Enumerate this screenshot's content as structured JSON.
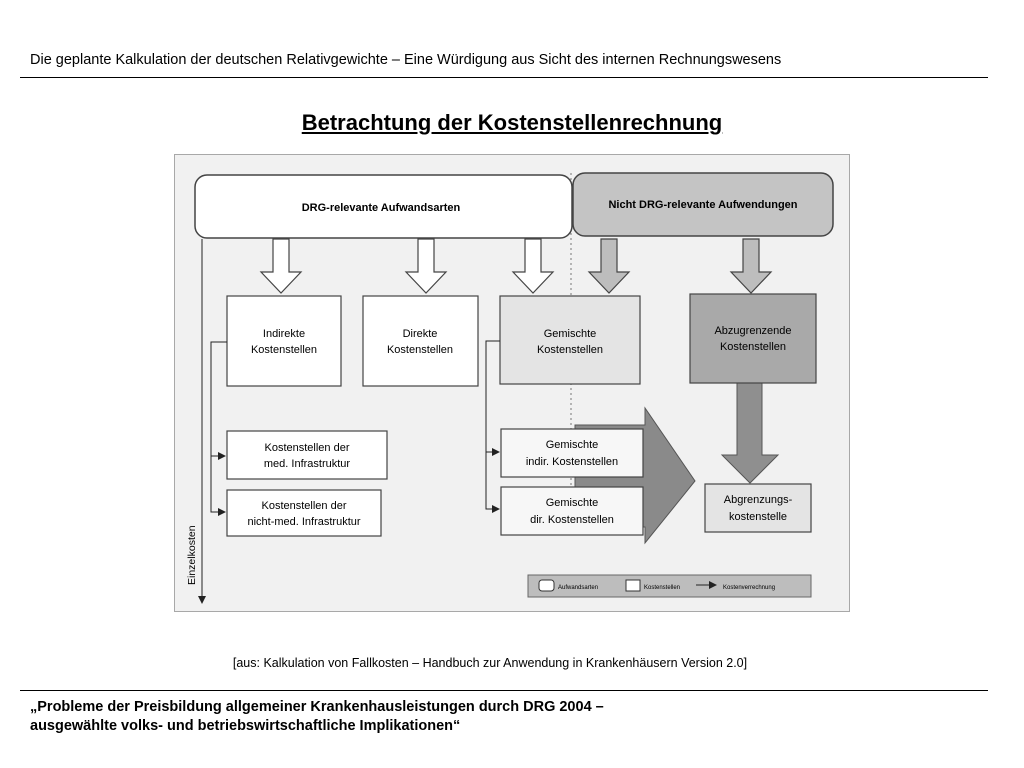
{
  "header": {
    "text": "Die geplante Kalkulation der deutschen Relativgewichte – Eine Würdigung aus Sicht des internen Rechnungswesens"
  },
  "slide": {
    "title": "Betrachtung der Kostenstellenrechnung"
  },
  "diagram": {
    "drg_relevant": "DRG-relevante Aufwandsarten",
    "non_drg": "Nicht DRG-relevante Aufwendungen",
    "indirect": [
      "Indirekte",
      "Kostenstellen"
    ],
    "direct": [
      "Direkte",
      "Kostenstellen"
    ],
    "mixed": [
      "Gemischte",
      "Kostenstellen"
    ],
    "to_delimit": [
      "Abzugrenzende",
      "Kostenstellen"
    ],
    "med_infra": [
      "Kostenstellen der",
      "med. Infrastruktur"
    ],
    "nonmed_infra": [
      "Kostenstellen der",
      "nicht-med. Infrastruktur"
    ],
    "mixed_indirect": [
      "Gemischte",
      "indir. Kostenstellen"
    ],
    "mixed_direct": [
      "Gemischte",
      "dir. Kostenstellen"
    ],
    "delimitation": [
      "Abgrenzungs-",
      "kostenstelle"
    ],
    "direct_costs": "Einzelkosten",
    "legend": {
      "cost_types": "Aufwandsarten",
      "cost_centers": "Kostenstellen",
      "allocation": "Kostenverrechnung"
    }
  },
  "caption": "[aus: Kalkulation von Fallkosten – Handbuch zur Anwendung in Krankenhäusern Version 2.0]",
  "footer": {
    "line1": "„Probleme der Preisbildung allgemeiner Krankenhausleistungen durch DRG 2004 –",
    "line2": "ausgewählte volks- und betriebswirtschaftliche Implikationen“"
  }
}
